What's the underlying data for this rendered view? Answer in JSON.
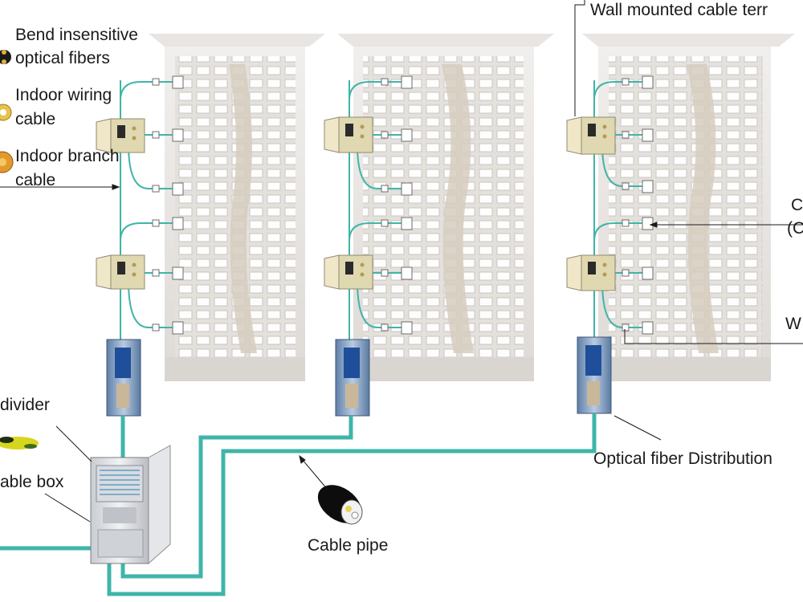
{
  "labels": {
    "bend_fiber": [
      "Bend insensitive",
      "optical fibers"
    ],
    "indoor_wiring": [
      "Indoor wiring",
      "cable"
    ],
    "indoor_branch": [
      "Indoor branch",
      "cable"
    ],
    "wall_terminal": "Wall mounted cable terr",
    "right_mid": [
      "C",
      "(C"
    ],
    "right_low": "W",
    "divider": "divider",
    "cable_box": "able box",
    "cable_pipe": "Cable pipe",
    "odf": "Optical fiber Distribution"
  },
  "colors": {
    "fiber": "#3fb5a8",
    "building": "#e9e6e3",
    "window": "#ffffff",
    "panel": "#e0d8b0",
    "odf_cabinet": "#7f9fc3"
  },
  "icons": [
    "fiber-spool-icon",
    "wiring-cable-icon",
    "branch-cable-icon",
    "splitter-icon",
    "cable-pipe-icon"
  ]
}
